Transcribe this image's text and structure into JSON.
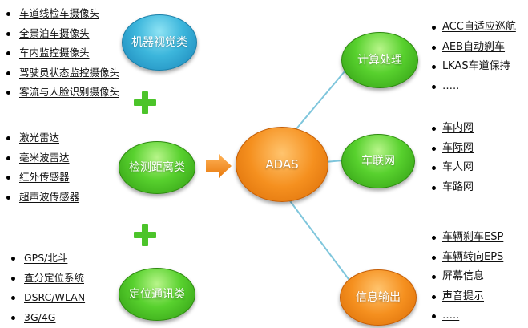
{
  "nodes": {
    "machine_vision": "机器视觉类",
    "ranging": "检测距离类",
    "positioning": "定位通讯类",
    "adas": "ADAS",
    "compute": "计算处理",
    "v2x": "车联网",
    "output": "信息输出"
  },
  "lists": {
    "cameras": [
      "车道线检车摄像头",
      "全景泊车摄像头",
      "车内监控摄像头",
      "驾驶员状态监控摄像头",
      "客流与人脸识别摄像头"
    ],
    "sensors": [
      "激光雷达",
      "毫米波雷达",
      "红外传感器",
      "超声波传感器"
    ],
    "positioning": [
      "GPS/北斗",
      "查分定位系统",
      "DSRC/WLAN",
      "3G/4G"
    ],
    "compute": [
      "ACC自适应巡航",
      "AEB自动刹车",
      "LKAS车道保持",
      "….."
    ],
    "v2x": [
      "车内网",
      "车际网",
      "车人网",
      "车路网"
    ],
    "output": [
      "车辆刹车ESP",
      "车辆转向EPS",
      "屏幕信息",
      "声音提示",
      "….."
    ]
  },
  "colors": {
    "blue_node": "#3cb6dc",
    "green_node": "#58d12e",
    "orange_node": "#f5901f",
    "plus": "#4cc42a",
    "arrow": "#f5901f",
    "connector": "#7fc6dc"
  },
  "icons": {
    "plus": "plus-icon",
    "arrow": "right-arrow-icon"
  }
}
